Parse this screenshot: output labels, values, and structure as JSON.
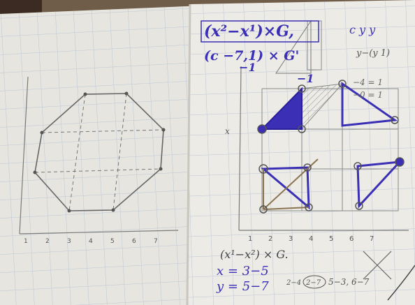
{
  "scene": {
    "description_colors": {
      "ink_blue": "#3b2fb5",
      "pencil": "#6e6e6e",
      "paper": "#e9e7e2",
      "grid": "#b9c4d6",
      "table": "#6f5d49"
    }
  },
  "right_sheet": {
    "header_line1": "(x²−x¹)×G,",
    "header_extra": "c y y",
    "header_line2": "(c −7,1) × G'",
    "minus1_a": "−1",
    "minus1_b": "−1",
    "side_expr": "y−(y 1)",
    "side_eq1": "−4 = 1",
    "side_eq2": "−0 = 1",
    "axis_x_label": "x",
    "formula_bottom": "(x¹−x²) × G.",
    "calc_x": "x = 3−5",
    "calc_y": "y = 5−7",
    "calc_pair1": "2−4",
    "calc_pair2": "2−7",
    "calc_coords": "5−3, 6−7",
    "x_ticks": [
      "1",
      "2",
      "3",
      "4",
      "5",
      "6",
      "7"
    ]
  },
  "left_sheet": {
    "x_ticks": [
      "1",
      "2",
      "3",
      "4",
      "5",
      "6",
      "7"
    ]
  }
}
